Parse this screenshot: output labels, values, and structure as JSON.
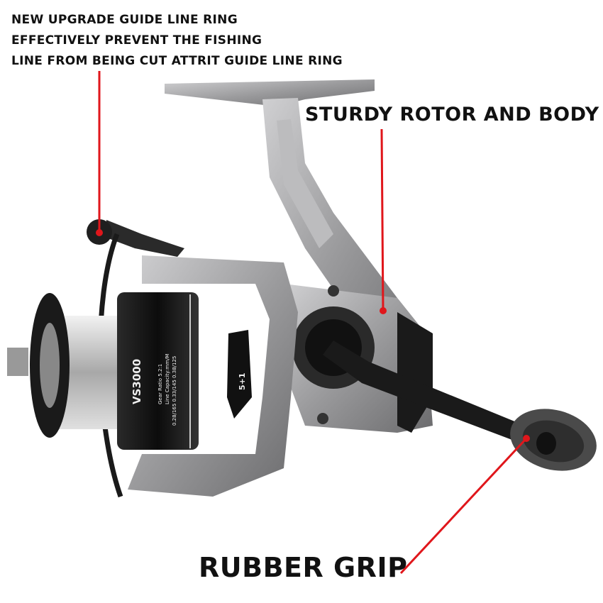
{
  "annotations": {
    "guide_ring": [
      "NEW UPGRADE GUIDE LINE RING",
      "EFFECTIVELY PREVENT THE FISHING",
      "LINE FROM BEING CUT ATTRIT GUIDE LINE RING"
    ],
    "rotor": "STURDY ROTOR AND BODY",
    "grip": "RUBBER GRIP"
  },
  "product": {
    "model": "VS3000",
    "gear_ratio": "Gear Ratio 5.2:1",
    "line_capacity": "Line Capacity:mm/M",
    "capacity_values": "0.28/165 0.33/145 0.38/125",
    "bearing_badge": "5+1"
  },
  "colors": {
    "pointer": "#e0161b",
    "body": "#a9a9ab",
    "spool_black": "#141414"
  }
}
